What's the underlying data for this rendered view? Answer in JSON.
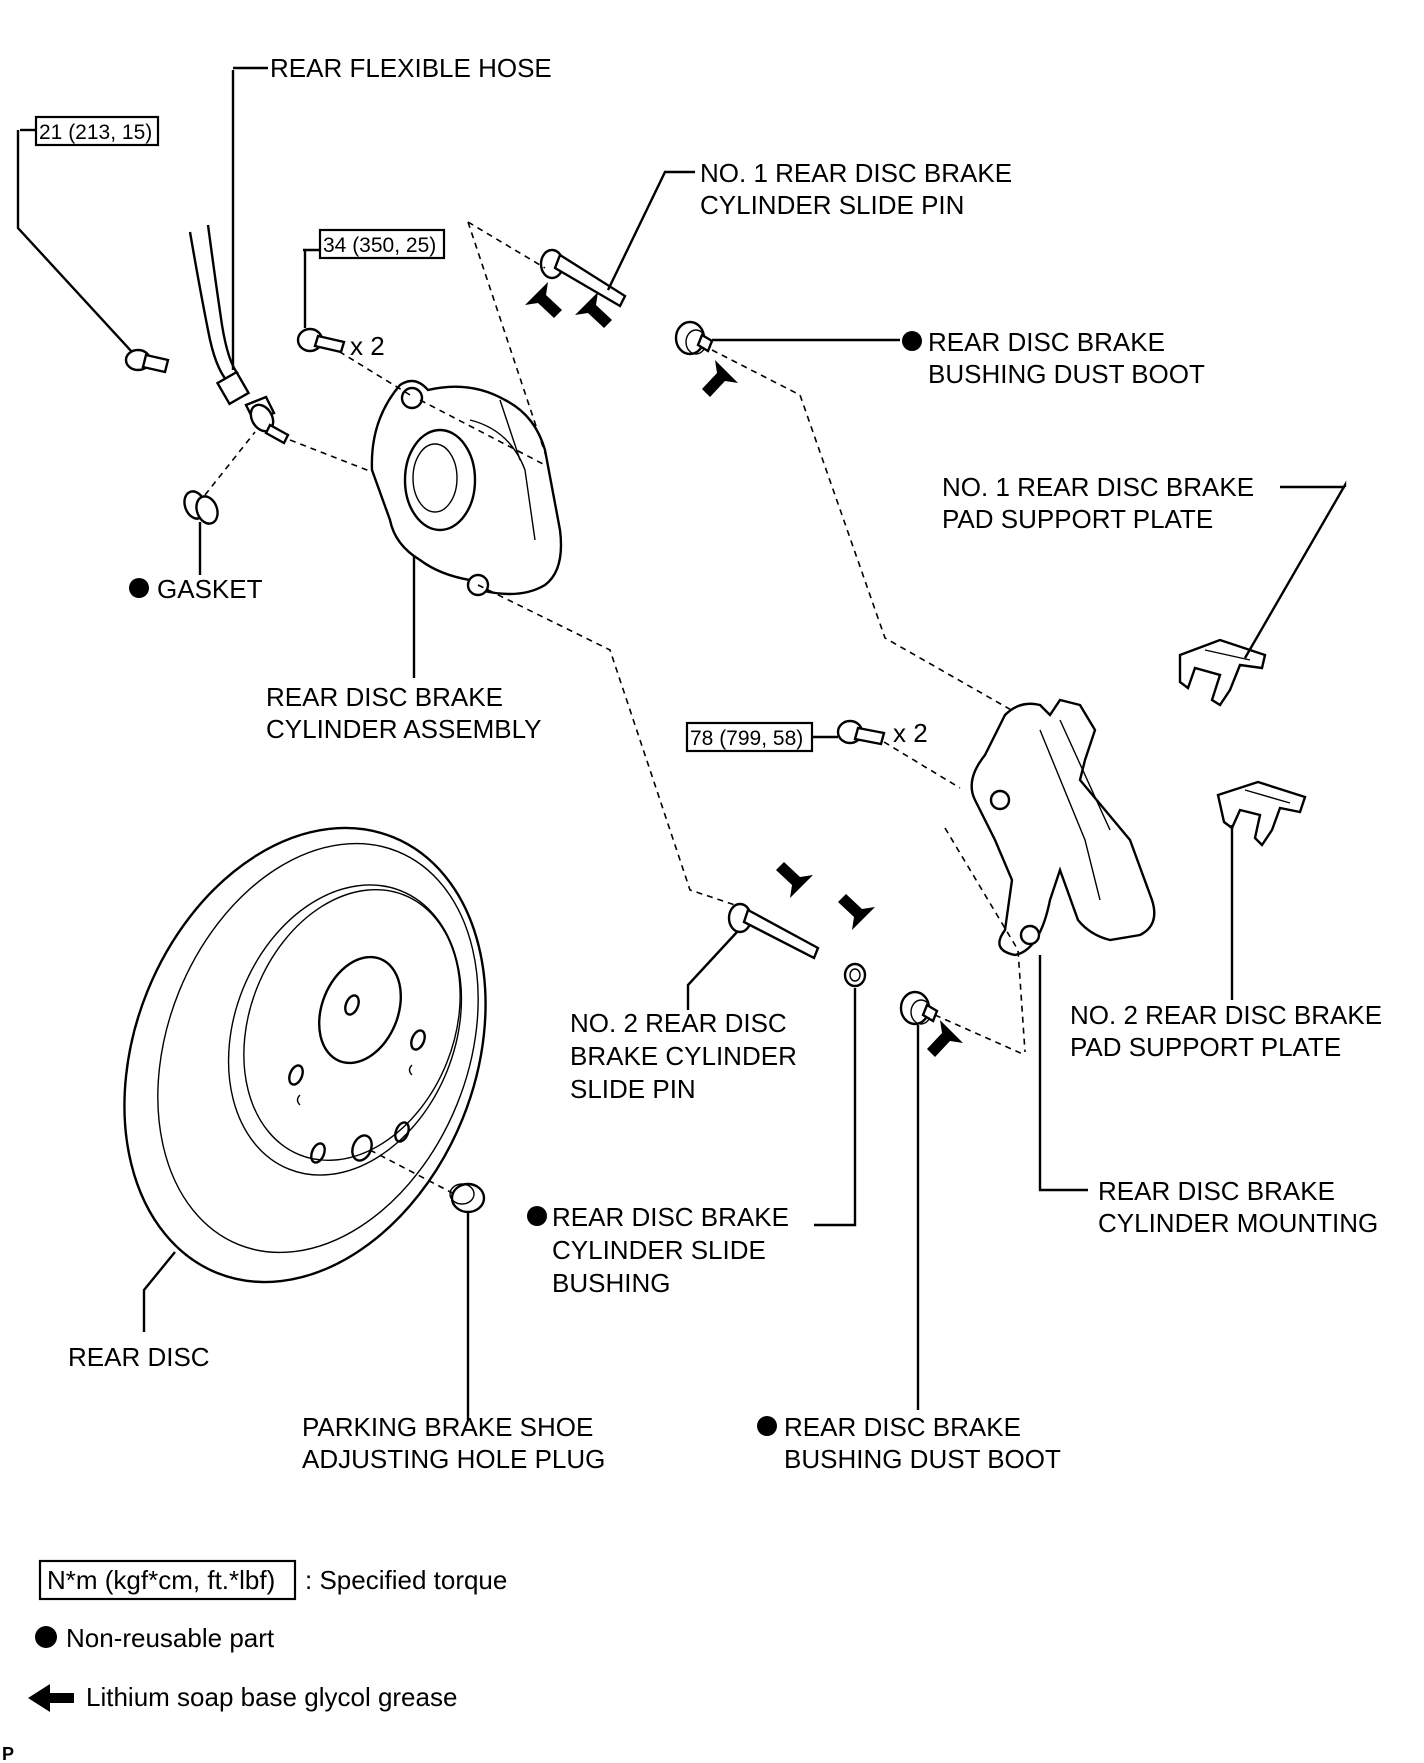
{
  "labels": {
    "rear_flexible_hose": "REAR FLEXIBLE HOSE",
    "no1_slide_pin_l1": "NO. 1 REAR DISC BRAKE",
    "no1_slide_pin_l2": "CYLINDER SLIDE PIN",
    "dust_boot_top_l1": "REAR DISC BRAKE",
    "dust_boot_top_l2": "BUSHING DUST BOOT",
    "no1_pad_plate_l1": "NO. 1 REAR DISC BRAKE",
    "no1_pad_plate_l2": "PAD SUPPORT PLATE",
    "gasket": "GASKET",
    "cylinder_assembly_l1": "REAR DISC BRAKE",
    "cylinder_assembly_l2": "CYLINDER ASSEMBLY",
    "no2_slide_pin_l1": "NO. 2 REAR DISC",
    "no2_slide_pin_l2": "BRAKE CYLINDER",
    "no2_slide_pin_l3": "SLIDE PIN",
    "no2_pad_plate_l1": "NO. 2 REAR DISC BRAKE",
    "no2_pad_plate_l2": "PAD SUPPORT PLATE",
    "cylinder_mounting_l1": "REAR DISC BRAKE",
    "cylinder_mounting_l2": "CYLINDER MOUNTING",
    "slide_bushing_l1": "REAR DISC BRAKE",
    "slide_bushing_l2": "CYLINDER SLIDE",
    "slide_bushing_l3": "BUSHING",
    "rear_disc": "REAR DISC",
    "hole_plug_l1": "PARKING BRAKE SHOE",
    "hole_plug_l2": "ADJUSTING HOLE PLUG",
    "dust_boot_bottom_l1": "REAR DISC BRAKE",
    "dust_boot_bottom_l2": "BUSHING DUST BOOT"
  },
  "torques": {
    "union_bolt": "21 (213, 15)",
    "cylinder_bolt": "34 (350, 25)",
    "mounting_bolt": "78 (799, 58)"
  },
  "quantities": {
    "cylinder_bolt": "x 2",
    "mounting_bolt": "x 2"
  },
  "legend": {
    "torque_box": "N*m (kgf*cm, ft.*lbf)",
    "torque_text": ": Specified torque",
    "non_reusable": "Non-reusable part",
    "grease": "Lithium soap base glycol grease"
  },
  "corner_mark": "P",
  "icons": {
    "non_reusable": "filled-circle-icon",
    "grease": "grease-arrow-icon"
  }
}
